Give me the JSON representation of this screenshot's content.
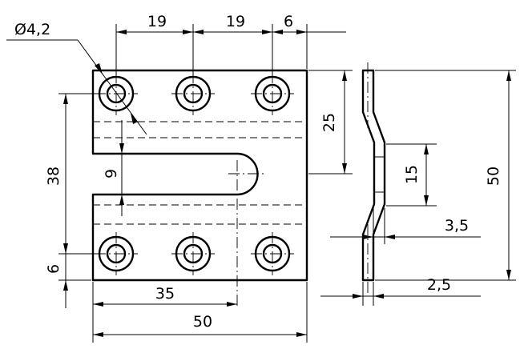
{
  "dimensions": {
    "hole_diameter": "Ø4,2",
    "hole_pitch_1": "19",
    "hole_pitch_2": "19",
    "edge_offset": "6",
    "upper_height": "25",
    "slot_width": "9",
    "hole_row_spacing": "38",
    "bottom_offset": "6",
    "slot_depth": "35",
    "overall_width": "50",
    "overall_height": "50",
    "offset_height": "15",
    "offset_depth": "3,5",
    "thickness": "2,5"
  }
}
